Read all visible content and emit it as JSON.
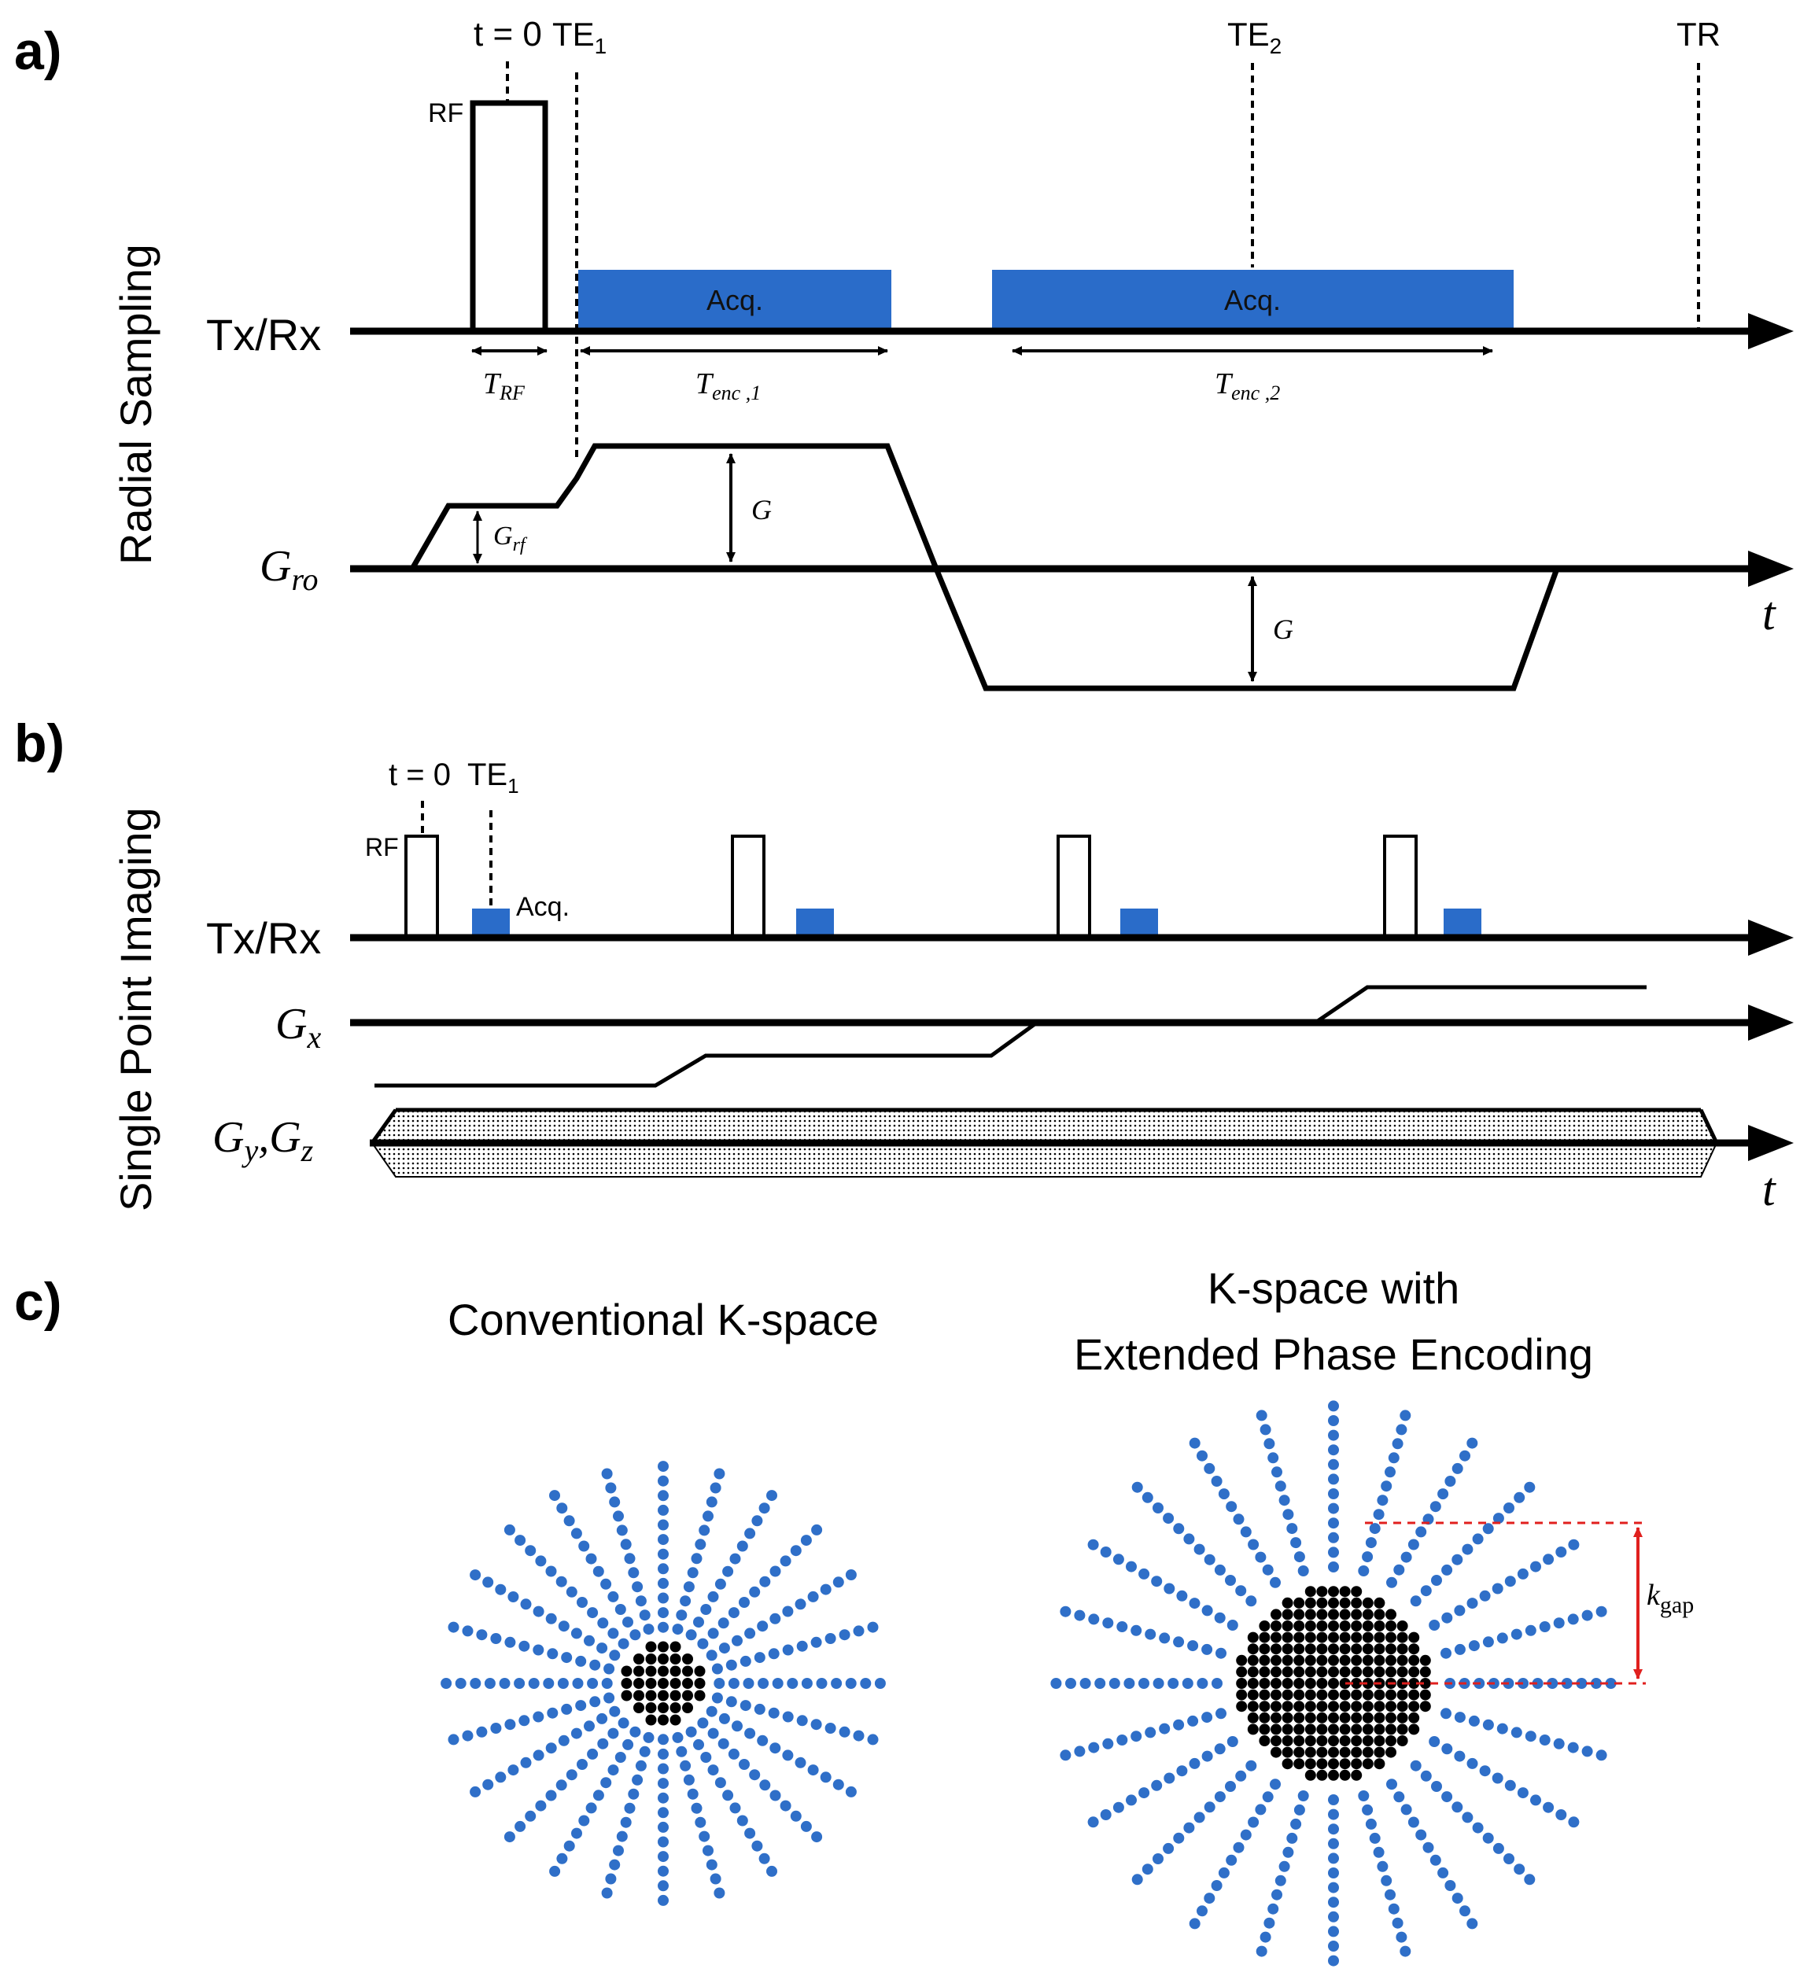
{
  "panels": {
    "a": {
      "letter": "a)",
      "title": "Radial Sampling",
      "time_zero": "t = 0",
      "te1": "TE",
      "te1_sub": "1",
      "te2": "TE",
      "te2_sub": "2",
      "tr": "TR",
      "rf": "RF",
      "acq1": "Acq.",
      "acq2": "Acq.",
      "txrx": "Tx/Rx",
      "t_rf": "T",
      "t_rf_sub": "RF",
      "t_enc1": "T",
      "t_enc1_sub": "enc ,1",
      "t_enc2": "T",
      "t_enc2_sub": "enc ,2",
      "gro": "G",
      "gro_sub": "ro",
      "g_rf": "G",
      "g_rf_sub": "rf",
      "g_up": "G",
      "g_down": "G",
      "t_axis": "t"
    },
    "b": {
      "letter": "b)",
      "title": "Single Point Imaging",
      "time_zero": "t = 0",
      "te1": "TE",
      "te1_sub": "1",
      "rf": "RF",
      "acq": "Acq.",
      "txrx": "Tx/Rx",
      "gx": "G",
      "gx_sub": "x",
      "gyz_g1": "G",
      "gyz_sub1": "y",
      "gyz_comma": ",",
      "gyz_g2": "G",
      "gyz_sub2": "z",
      "t_axis": "t"
    },
    "c": {
      "letter": "c)",
      "left_title": "Conventional K-space",
      "right_title_line1": "K-space with",
      "right_title_line2": "Extended Phase Encoding",
      "kgap": "k",
      "kgap_sub": "gap"
    }
  },
  "colors": {
    "acq_blue": "#2a6cc9",
    "dot_blue": "#2f6fc8",
    "dot_black": "#000000",
    "gap_red": "#e0201e",
    "line_black": "#000000"
  },
  "kspace": {
    "spokes": 24,
    "points_per_half_spoke": 12,
    "conventional_core_radius_points": 3,
    "extended_core_radius_points": 8
  }
}
